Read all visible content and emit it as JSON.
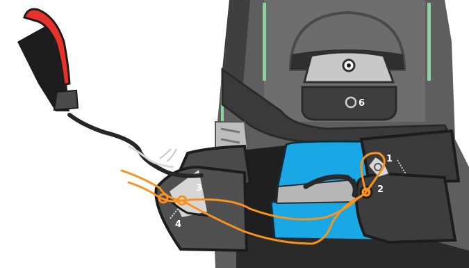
{
  "labels": {
    "one": "1",
    "two": "2",
    "three": "3",
    "four": "4",
    "six": "6"
  },
  "colors": {
    "line": "#f7931e",
    "pad": "#1aa7e6",
    "body": "#5e5e5e",
    "dark": "#2f2f2f",
    "bracket": "#c8c8c8",
    "handle": "#e8312a",
    "accent": "#8fd19e"
  }
}
